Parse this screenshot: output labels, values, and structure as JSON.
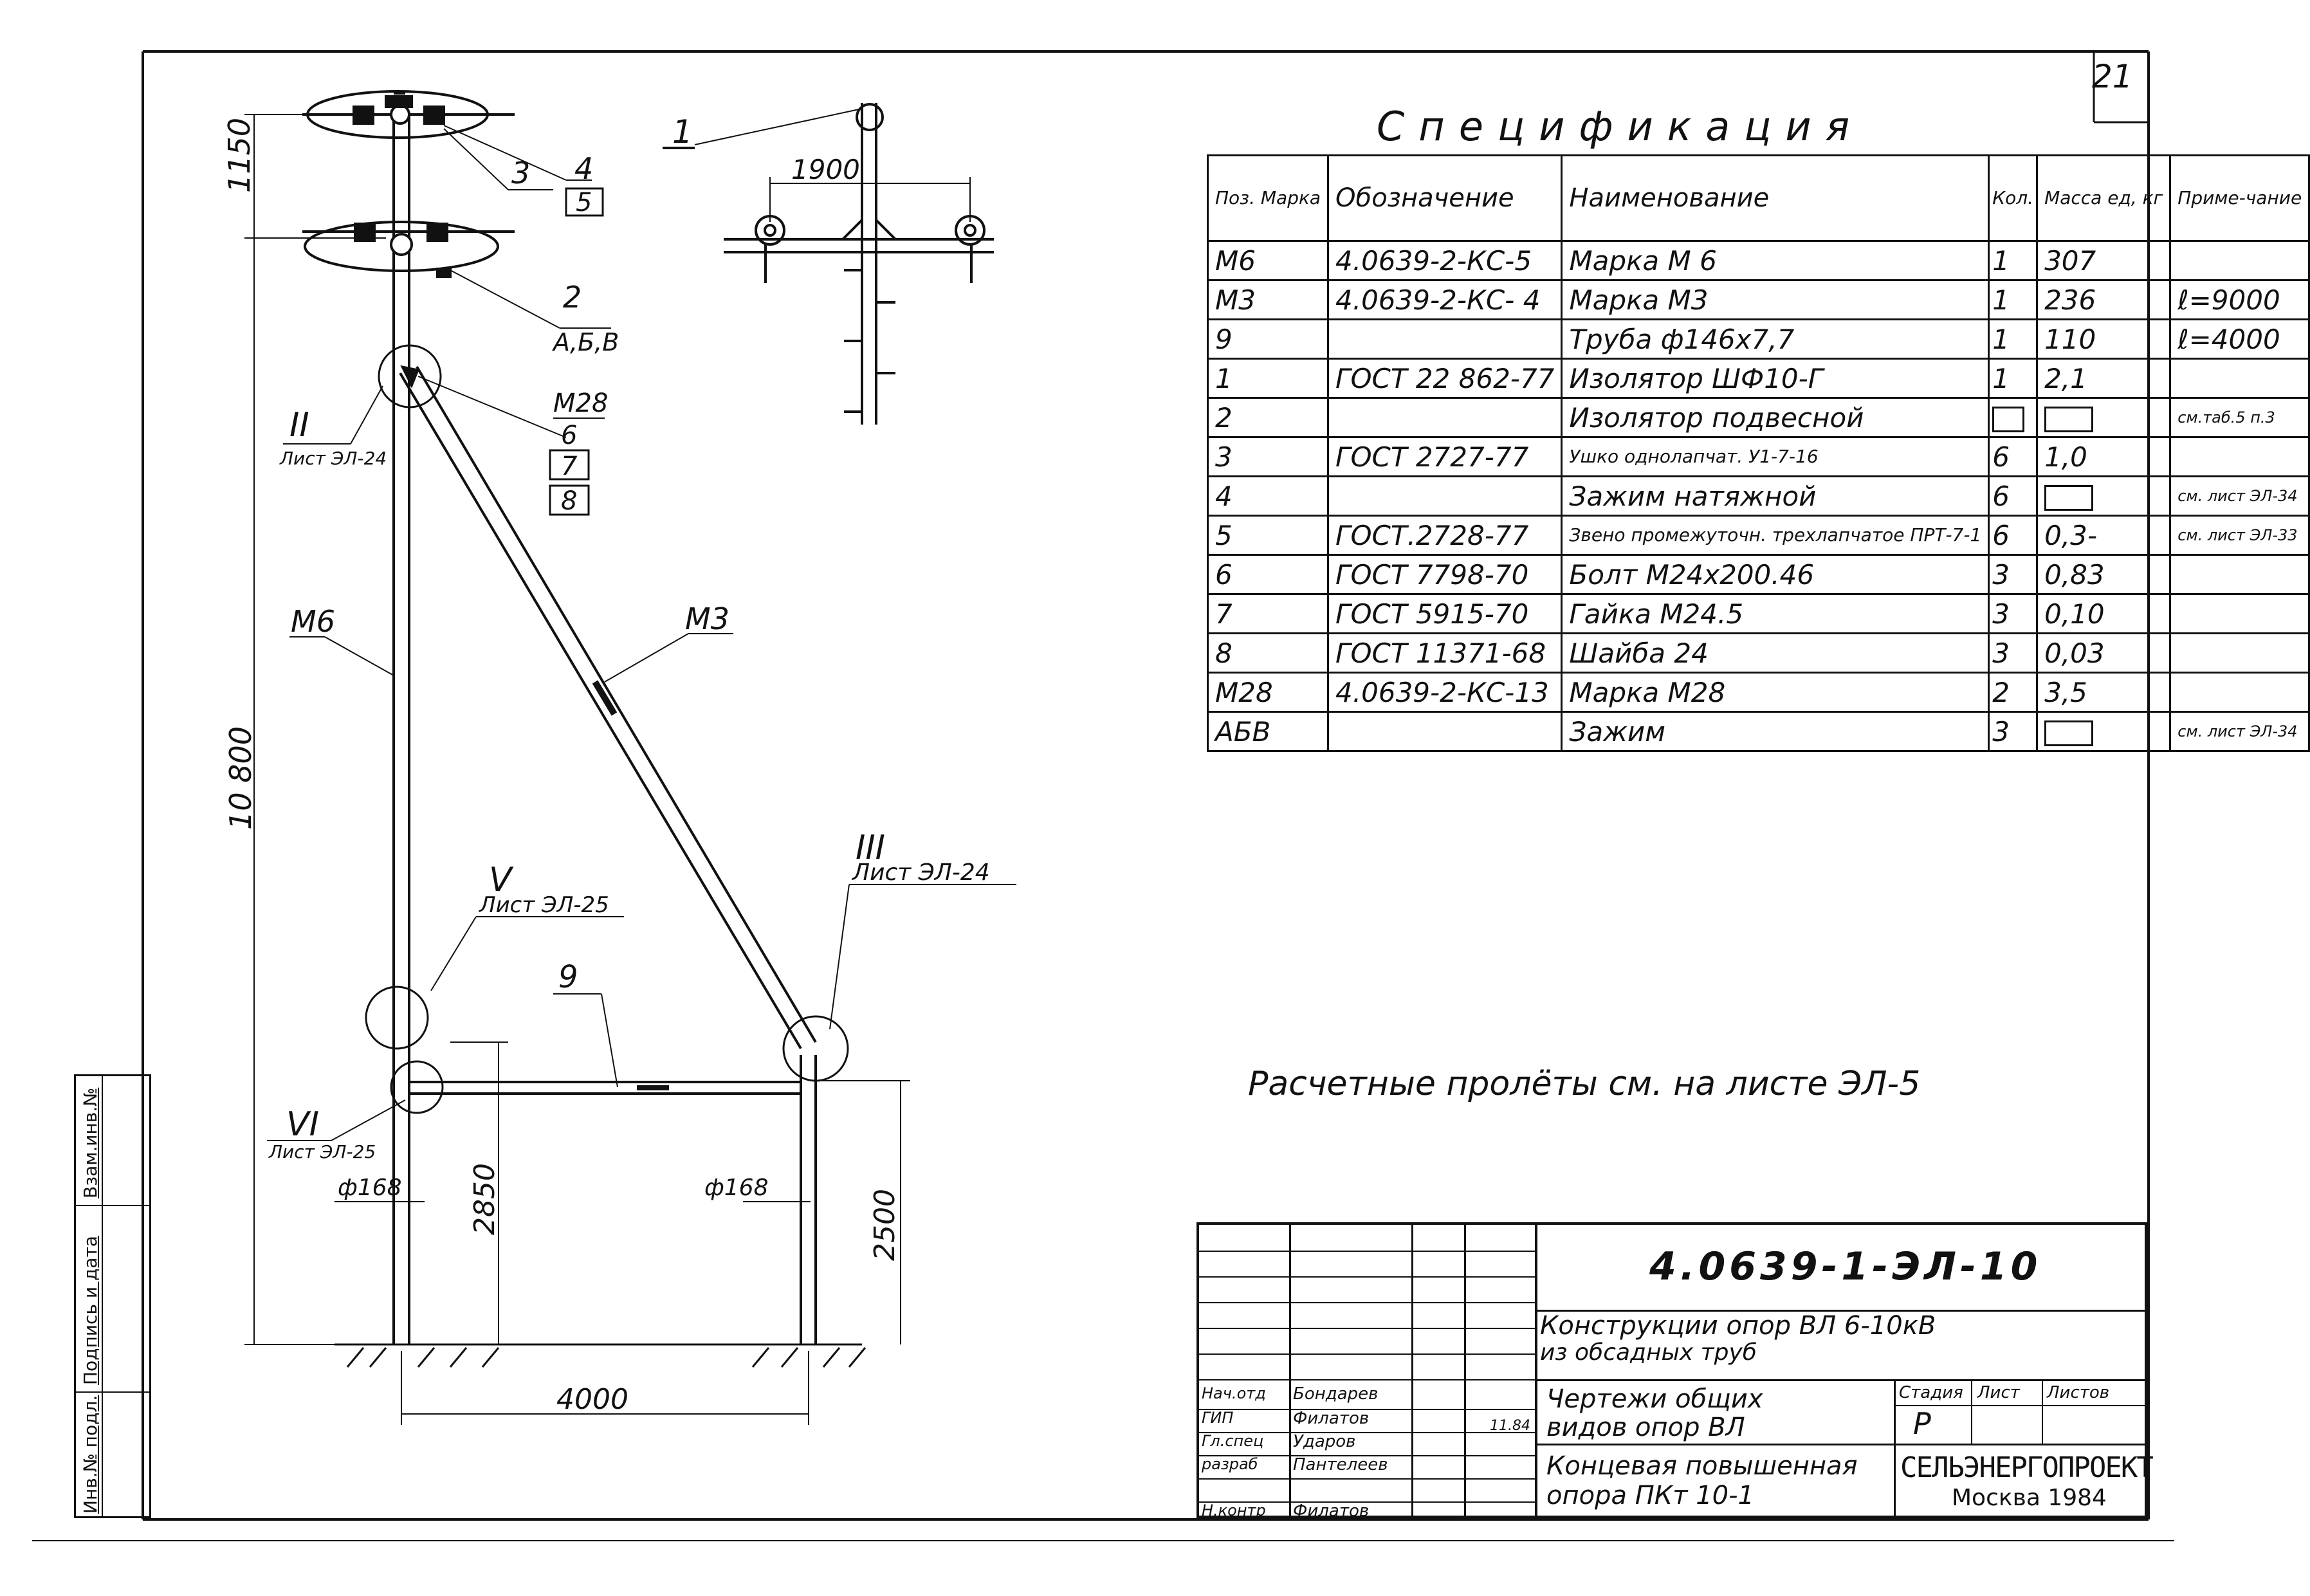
{
  "sheet_number": "21",
  "spec": {
    "title": "Спецификация",
    "headers": {
      "pos": "Поз. Марка",
      "designation": "Обозначение",
      "name": "Наименование",
      "qty": "Кол.",
      "mass": "Масса ед, кг",
      "note": "Приме-чание"
    },
    "rows": [
      {
        "pos": "М6",
        "designation": "4.0639-2-КС-5",
        "name": "Марка М 6",
        "qty": "1",
        "mass": "307",
        "note": ""
      },
      {
        "pos": "М3",
        "designation": "4.0639-2-КС- 4",
        "name": "Марка М3",
        "qty": "1",
        "mass": "236",
        "note": "ℓ=9000"
      },
      {
        "pos": "9",
        "designation": "",
        "name": "Труба ф146х7,7",
        "qty": "1",
        "mass": "110",
        "note": "ℓ=4000"
      },
      {
        "pos": "1",
        "designation": "ГОСТ 22 862-77",
        "name": "Изолятор ШФ10-Г",
        "qty": "1",
        "mass": "2,1",
        "note": ""
      },
      {
        "pos": "2",
        "designation": "",
        "name": "Изолятор подвесной",
        "qty": "",
        "mass": "",
        "note": "см.таб.5 п.3"
      },
      {
        "pos": "3",
        "designation": "ГОСТ 2727-77",
        "name": "Ушко однолапчат. У1-7-16",
        "qty": "6",
        "mass": "1,0",
        "note": ""
      },
      {
        "pos": "4",
        "designation": "",
        "name": "Зажим натяжной",
        "qty": "6",
        "mass": "",
        "note": "см. лист ЭЛ-34"
      },
      {
        "pos": "5",
        "designation": "ГОСТ.2728-77",
        "name": "Звено промежуточн. трехлапчатое ПРТ-7-1",
        "qty": "6",
        "mass": "0,3-",
        "note": "см. лист ЭЛ-33"
      },
      {
        "pos": "6",
        "designation": "ГОСТ 7798-70",
        "name": "Болт М24х200.46",
        "qty": "3",
        "mass": "0,83",
        "note": ""
      },
      {
        "pos": "7",
        "designation": "ГОСТ 5915-70",
        "name": "Гайка М24.5",
        "qty": "3",
        "mass": "0,10",
        "note": ""
      },
      {
        "pos": "8",
        "designation": "ГОСТ 11371-68",
        "name": "Шайба 24",
        "qty": "3",
        "mass": "0,03",
        "note": ""
      },
      {
        "pos": "М28",
        "designation": "4.0639-2-КС-13",
        "name": "Марка М28",
        "qty": "2",
        "mass": "3,5",
        "note": ""
      },
      {
        "pos": "АБВ",
        "designation": "",
        "name": "Зажим",
        "qty": "3",
        "mass": "",
        "note": "см. лист ЭЛ-34"
      }
    ]
  },
  "note_text": "Расчетные пролёты см. на листе ЭЛ-5",
  "drawing": {
    "dim_top": "1150",
    "dim_height": "10 800",
    "dim_1900": "1900",
    "dim_2850": "2850",
    "dim_2500": "2500",
    "dim_4000": "4000",
    "dia_left": "ф168",
    "dia_right": "ф168",
    "label_m6": "М6",
    "label_m3": "М3",
    "label_m28": "М28",
    "label_9": "9",
    "label_1": "1",
    "label_2": "2",
    "label_3": "3",
    "label_4": "4",
    "label_5": "5",
    "label_6": "6",
    "label_7": "7",
    "label_8": "8",
    "label_abv": "А,Б,В",
    "node_II": "II",
    "node_II_sheet": "Лист ЭЛ-24",
    "node_III": "III",
    "node_III_sheet": "Лист ЭЛ-24",
    "node_V": "V",
    "node_V_sheet": "Лист ЭЛ-25",
    "node_VI": "VI",
    "node_VI_sheet": "Лист ЭЛ-25"
  },
  "title_block": {
    "doc_code": "4.0639-1-ЭЛ-10",
    "project_title_1": "Конструкции опор ВЛ 6-10кВ",
    "project_title_2": "из обсадных труб",
    "sheet_title_1": "Чертежи общих",
    "sheet_title_2": "видов опор ВЛ",
    "drawing_title_1": "Концевая повышенная",
    "drawing_title_2": "опора ПКт 10-1",
    "stage_label": "Стадия",
    "sheet_label": "Лист",
    "sheets_label": "Листов",
    "stage_value": "Р",
    "org_name": "СЕЛЬЭНЕРГОПРОЕКТ",
    "org_city": "Москва 1984",
    "date": "11.84",
    "roles": [
      {
        "role": "Нач.отд",
        "name": "Бондарев"
      },
      {
        "role": "ГИП",
        "name": "Филатов"
      },
      {
        "role": "Гл.спец",
        "name": "Удаpов"
      },
      {
        "role": "разраб",
        "name": "Пантелеев"
      },
      {
        "role": "Н.контр",
        "name": "Филатов"
      }
    ]
  },
  "stamp": {
    "inv_podl": "Инв.№ подл.",
    "podpis": "Подпись и дата",
    "vzam": "Взам.инв.№"
  }
}
